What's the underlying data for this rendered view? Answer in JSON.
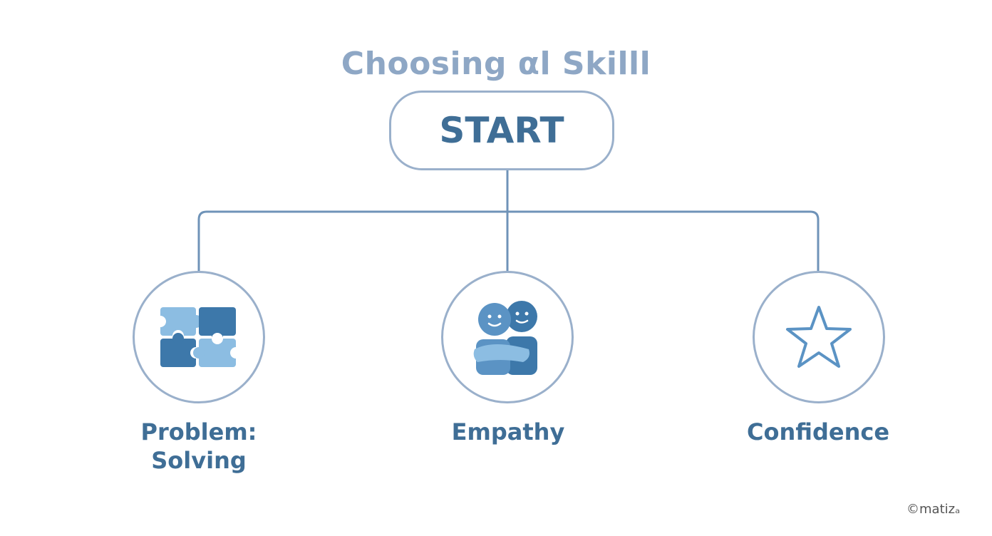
{
  "diagram": {
    "title": "Choosing αl Skilll",
    "root": {
      "label": "START"
    },
    "branches": [
      {
        "label_line1": "Problem:",
        "label_line2": "Solving",
        "icon": "puzzle-icon"
      },
      {
        "label": "Empathy",
        "icon": "hug-icon"
      },
      {
        "label": "Confidence",
        "icon": "star-icon"
      }
    ]
  },
  "watermark": "©matizₐ",
  "colors": {
    "line": "#6f93b8",
    "border": "#9ab0cb",
    "text": "#3f6e96",
    "title": "#8ea7c5",
    "icon_fill": "#5b93c4",
    "icon_light": "#8cbde2"
  }
}
